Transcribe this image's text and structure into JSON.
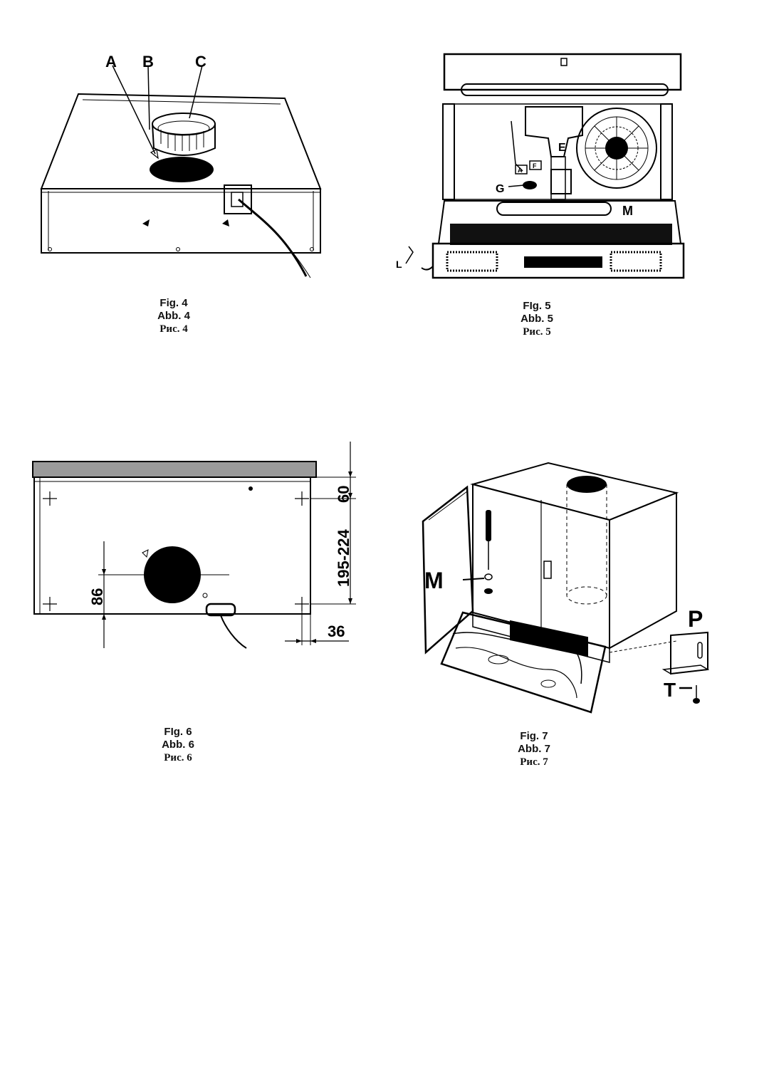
{
  "figures": {
    "fig4": {
      "labels": {
        "a": "A",
        "b": "B",
        "c": "C"
      },
      "caption": {
        "fig": "Fig. 4",
        "abb": "Abb. 4",
        "ru": "Рис. 4"
      }
    },
    "fig5": {
      "labels": {
        "e": "E",
        "g": "G",
        "m": "M",
        "l": "L",
        "a": "A",
        "f": "F"
      },
      "caption": {
        "fig": "FIg. 5",
        "abb": "Abb. 5",
        "ru": "Рис. 5"
      }
    },
    "fig6": {
      "dimensions": {
        "top": "60",
        "range": "195-224",
        "left": "86",
        "bottom": "36"
      },
      "caption": {
        "fig": "FIg. 6",
        "abb": "Abb. 6",
        "ru": "Рис. 6"
      }
    },
    "fig7": {
      "labels": {
        "m": "M",
        "p": "P",
        "t": "T"
      },
      "caption": {
        "fig": "Fig. 7",
        "abb": "Abb. 7",
        "ru": "Рис. 7"
      }
    }
  }
}
